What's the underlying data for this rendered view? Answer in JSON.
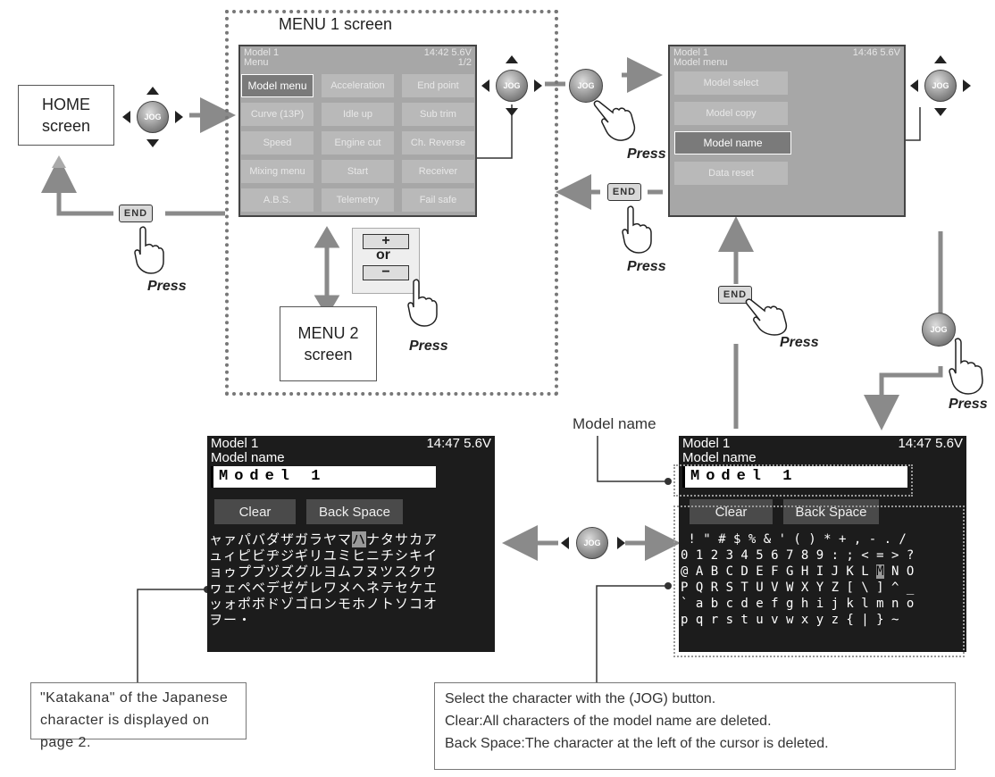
{
  "menu1_title": "MENU 1 screen",
  "home_screen": "HOME screen",
  "menu2_screen": "MENU 2 screen",
  "or_label": "or",
  "plus": "+",
  "minus": "−",
  "press": "Press",
  "jog_label": "JOG",
  "end_label": "END",
  "model_name_label": "Model name",
  "menu1_lcd": {
    "status_left": "Model 1",
    "status_right": "14:42 5.6V",
    "sub_left": "Menu",
    "sub_right": "1/2",
    "buttons": [
      "Model menu",
      "Acceleration",
      "End point",
      "Curve (13P)",
      "Idle up",
      "Sub trim",
      "Speed",
      "Engine cut",
      "Ch. Reverse",
      "Mixing menu",
      "Start",
      "Receiver",
      "A.B.S.",
      "Telemetry",
      "Fail safe"
    ]
  },
  "model_menu_lcd": {
    "status_left": "Model 1",
    "status_right": "14:46 5.6V",
    "sub": "Model menu",
    "items": [
      "Model select",
      "Model copy",
      "Model name",
      "Data reset"
    ]
  },
  "name_screen_left": {
    "status_left": "Model 1",
    "status_right": "14:47 5.6V",
    "sub": "Model name",
    "value": "Model 1",
    "clear": "Clear",
    "backspace": "Back Space",
    "rows": [
      "ャァパバダザガラヤマ",
      "ナタサカア",
      "ュィピビヂジギリユミヒニチシキイ",
      "ョゥプブヅズグルヨムフヌツスクウ",
      "ヮェペベデゼゲレワメヘネテセケエ",
      "ッォポボドゾゴロンモホノトソコオ",
      "ヲー・"
    ],
    "highlight": "ハ"
  },
  "name_screen_right": {
    "status_left": "Model 1",
    "status_right": "14:47 5.6V",
    "sub": "Model name",
    "value": "Model 1",
    "clear": "Clear",
    "backspace": "Back Space",
    "rows": [
      " ! \" # $ % & ' ( ) * + , - . /",
      "0 1 2 3 4 5 6 7 8 9 : ; < = > ?",
      "@ A B C D E F G H I J K L ",
      " N O",
      "P Q R S T U V W X Y Z [ \\ ] ^ _",
      "` a b c d e f g h i j k l m n o",
      "p q r s t u v w x y z { | } ~"
    ],
    "highlight": "M"
  },
  "katakana_note": "\"Katakana\" of the Japanese character is displayed on page 2.",
  "select_note": [
    "Select the character with the (JOG) button.",
    "Clear:All characters of the model name are deleted.",
    "Back Space:The character at the left of the cursor is deleted."
  ]
}
